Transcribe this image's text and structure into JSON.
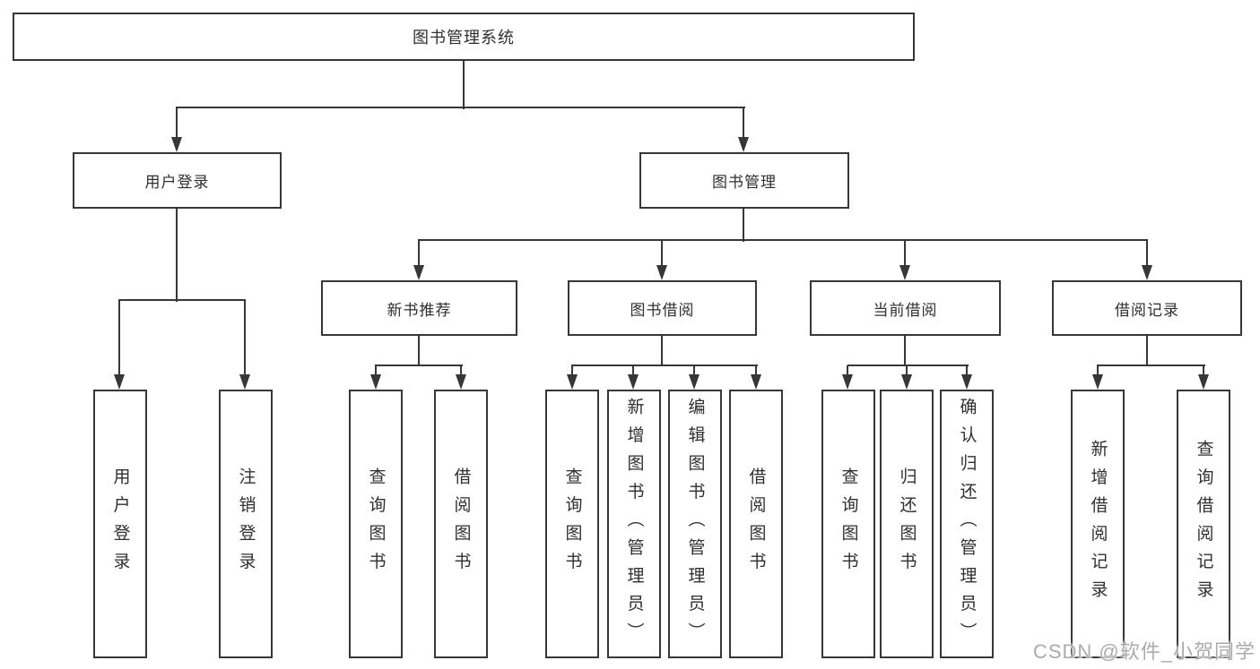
{
  "colors": {
    "line": "#373737",
    "text": "#2f2f2f",
    "box_fill": "#ffffff",
    "watermark": "#ababab"
  },
  "watermark": "CSDN @软件_小贺同学",
  "tree": {
    "root": "图书管理系统",
    "user_branch": {
      "label": "用户登录",
      "children": [
        "用户登录",
        "注销登录"
      ]
    },
    "book_branch": {
      "label": "图书管理",
      "modules": [
        {
          "label": "新书推荐",
          "children": [
            "查询图书",
            "借阅图书"
          ]
        },
        {
          "label": "图书借阅",
          "children": [
            "查询图书",
            "新增图书（管理员）",
            "编辑图书（管理员）",
            "借阅图书"
          ]
        },
        {
          "label": "当前借阅",
          "children": [
            "查询图书",
            "归还图书",
            "确认归还（管理员）"
          ]
        },
        {
          "label": "借阅记录",
          "children": [
            "新增借阅记录",
            "查询借阅记录"
          ]
        }
      ]
    }
  }
}
